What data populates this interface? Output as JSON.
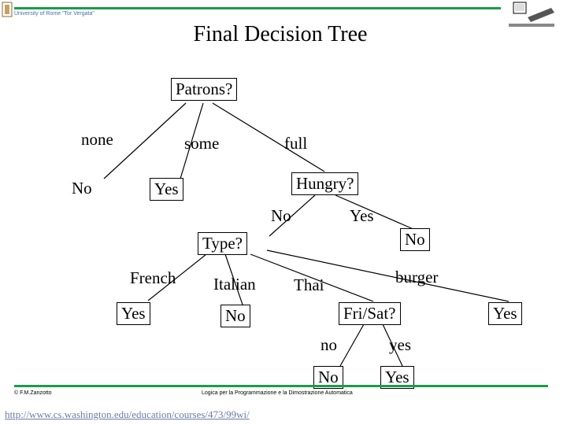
{
  "header": {
    "university": "University of Rome \"Tor Vergata\""
  },
  "title": "Final Decision Tree",
  "tree": {
    "root": "Patrons?",
    "patrons_branches": {
      "none": "none",
      "some": "some",
      "full": "full"
    },
    "none_leaf": "No",
    "some_leaf": "Yes",
    "hungry": "Hungry?",
    "hungry_branches": {
      "no": "No",
      "yes": "Yes"
    },
    "hungry_no_leaf": "No",
    "type": "Type?",
    "type_branches": {
      "french": "French",
      "italian": "Italian",
      "thai": "Thai",
      "burger": "burger"
    },
    "french_leaf": "Yes",
    "italian_leaf": "No",
    "burger_leaf": "Yes",
    "frisat": "Fri/Sat?",
    "frisat_branches": {
      "no": "no",
      "yes": "yes"
    },
    "frisat_no_leaf": "No",
    "frisat_yes_leaf": "Yes"
  },
  "footer": {
    "author": "© F.M.Zanzotto",
    "course": "Logica per la Programmazione e la Dimostrazione Automatica",
    "url": "http://www.cs.washington.edu/education/courses/473/99wi/"
  },
  "colors": {
    "accent_line": "#1a9c4a",
    "link": "#6b7ba8"
  }
}
